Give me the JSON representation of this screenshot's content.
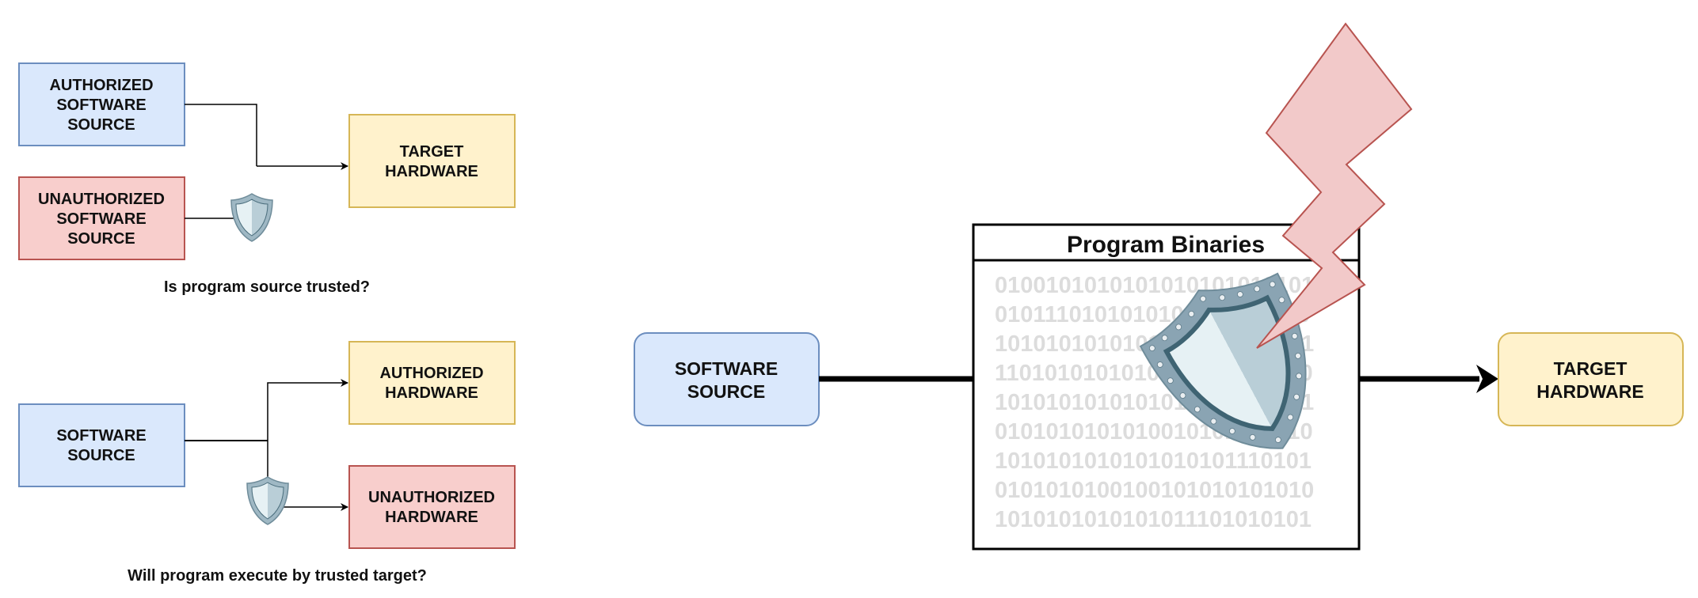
{
  "top_diagram": {
    "authorized_source": [
      "AUTHORIZED",
      "SOFTWARE",
      "SOURCE"
    ],
    "unauthorized_source": [
      "UNAUTHORIZED",
      "SOFTWARE",
      "SOURCE"
    ],
    "target": [
      "TARGET",
      "HARDWARE"
    ],
    "caption": "Is program source trusted?"
  },
  "bottom_diagram": {
    "source": [
      "SOFTWARE",
      "SOURCE"
    ],
    "authorized_target": [
      "AUTHORIZED",
      "HARDWARE"
    ],
    "unauthorized_target": [
      "UNAUTHORIZED",
      "HARDWARE"
    ],
    "caption": "Will program execute by trusted target?"
  },
  "right_diagram": {
    "source": [
      "SOFTWARE",
      "SOURCE"
    ],
    "binaries_title": "Program Binaries",
    "binary_lines": [
      "0100101010101010101010101",
      "0101110101010101010101100",
      "1010101010101010101010101",
      "1101010101010101010101010",
      "1010101010101010101010101",
      "0101010101010010101010110",
      "1010101010101010101110101",
      "0101010100100101010101010",
      "1010101010101011101010101"
    ],
    "target": [
      "TARGET",
      "HARDWARE"
    ]
  },
  "colors": {
    "blue_fill": "#dae8fc",
    "blue_stroke": "#6c8ebf",
    "red_fill": "#f8cecc",
    "red_stroke": "#b85450",
    "yellow_fill": "#fff2cc",
    "yellow_stroke": "#d6b656",
    "bolt_fill": "#f2c9c9",
    "bolt_stroke": "#b85450",
    "shield_outer": "#8aa4b3",
    "shield_inner": "#cfe0e6",
    "shield_dark": "#4a6d7c"
  },
  "icons": [
    "shield-icon",
    "lightning-bolt-icon",
    "arrow-icon"
  ]
}
